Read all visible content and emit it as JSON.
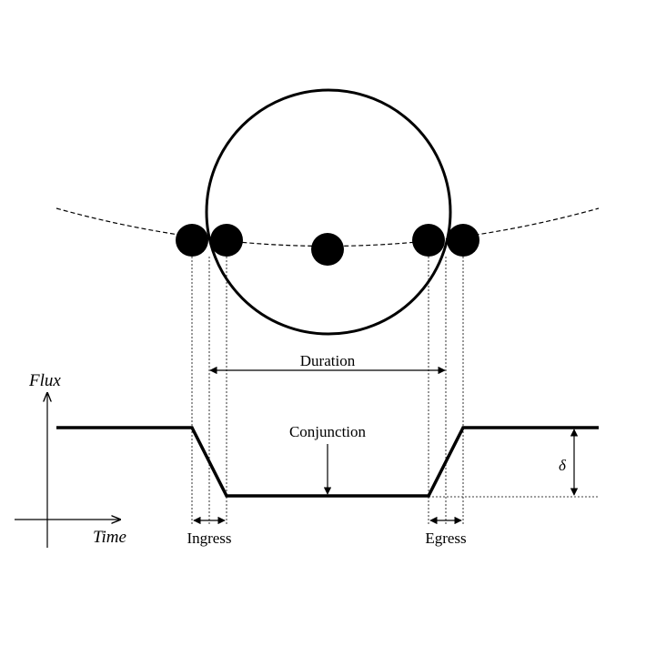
{
  "diagram": {
    "axes": {
      "y_label": "Flux",
      "x_label": "Time"
    },
    "labels": {
      "duration": "Duration",
      "conjunction": "Conjunction",
      "ingress": "Ingress",
      "egress": "Egress",
      "depth": "δ"
    },
    "planet_positions": [
      "first-contact",
      "second-contact",
      "mid-transit",
      "third-contact",
      "fourth-contact"
    ],
    "line_color": "#000000",
    "background": "#ffffff"
  }
}
